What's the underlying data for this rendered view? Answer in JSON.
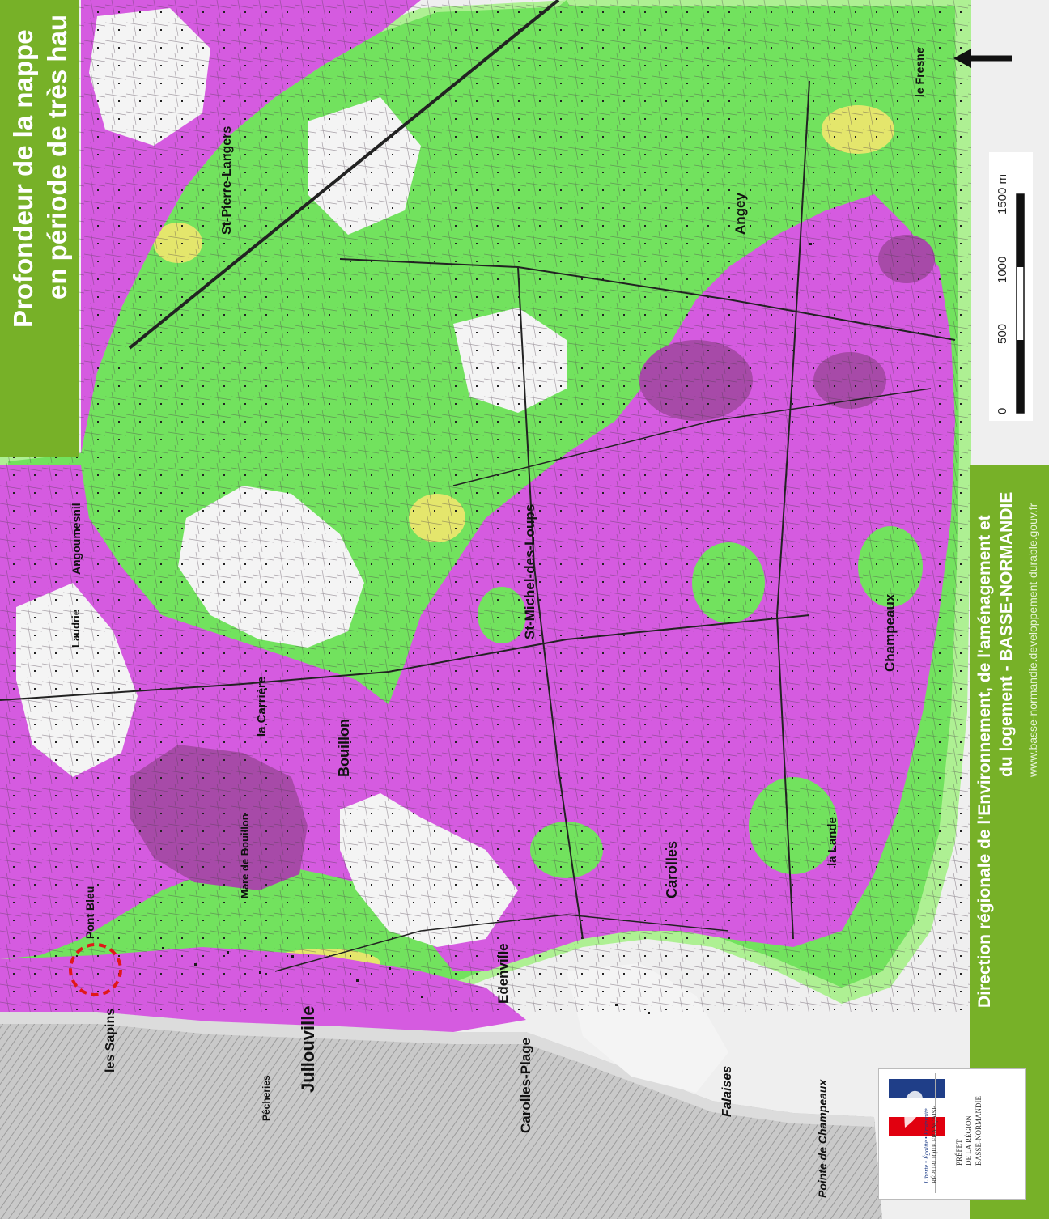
{
  "title": {
    "line1": "Profondeur de la nappe",
    "line2": "en période de très hau"
  },
  "footer": {
    "line1": "Direction régionale de l'Environnement, de l'aménagement et",
    "line2": "du logement - BASSE-NORMANDIE",
    "website": "www.basse-normandie.developpement-durable.gouv.fr"
  },
  "logo": {
    "devise": "Liberté • Égalité • Fraternité",
    "republique": "RÉPUBLIQUE FRANÇAISE",
    "prefet": "PRÉFET",
    "de_la_region": "DE LA RÉGION",
    "region": "BASSE-NORMANDIE"
  },
  "scale_bar": {
    "labels": [
      "0",
      "500",
      "1000",
      "1500 m"
    ]
  },
  "colors": {
    "band_green": "#77b128",
    "magenta": "#d55be0",
    "dark_magenta": "#a74aa8",
    "green": "#72e25e",
    "light_green": "#aef093",
    "yellow": "#e4e66c",
    "sea_grey": "#cfcfcf",
    "map_grey": "#f0f0f0",
    "marker_red": "#e01818"
  },
  "place_names": [
    {
      "name": "Jullouville"
    },
    {
      "name": "Carolles-Plage"
    },
    {
      "name": "Carolles"
    },
    {
      "name": "St-Michel-des-Loups"
    },
    {
      "name": "Bouillon"
    },
    {
      "name": "Angey"
    },
    {
      "name": "Champeaux"
    },
    {
      "name": "St-Pierre-Langers"
    },
    {
      "name": "Edenville"
    },
    {
      "name": "les Sapins"
    },
    {
      "name": "Pointe de Champeaux"
    },
    {
      "name": "la Lande"
    },
    {
      "name": "la Carrière"
    },
    {
      "name": "Pont Bleu"
    },
    {
      "name": "Mare de Bouillon"
    },
    {
      "name": "Falaises"
    },
    {
      "name": "Pêcheries"
    },
    {
      "name": "le Fresne"
    },
    {
      "name": "Angoumesnil"
    },
    {
      "name": "Laudrie"
    }
  ]
}
